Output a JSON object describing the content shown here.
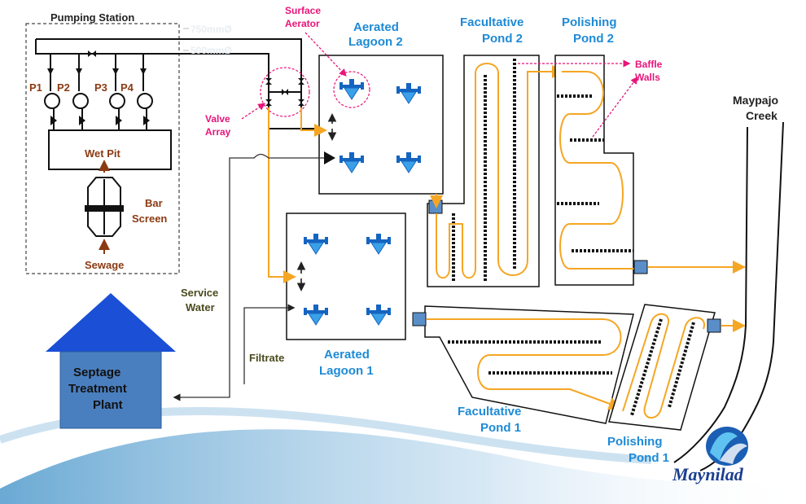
{
  "labels": {
    "pumping_station": "Pumping Station",
    "pipe_750": "750mmØ",
    "pipe_500": "500mmØ",
    "p1": "P1",
    "p2": "P2",
    "p3": "P3",
    "p4": "P4",
    "wet_pit": "Wet Pit",
    "bar_screen_1": "Bar",
    "bar_screen_2": "Screen",
    "sewage": "Sewage",
    "surface_aerator_1": "Surface",
    "surface_aerator_2": "Aerator",
    "valve_array_1": "Valve",
    "valve_array_2": "Array",
    "aerated_lagoon_2_1": "Aerated",
    "aerated_lagoon_2_2": "Lagoon 2",
    "aerated_lagoon_1_1": "Aerated",
    "aerated_lagoon_1_2": "Lagoon 1",
    "facultative_pond_2_1": "Facultative",
    "facultative_pond_2_2": "Pond 2",
    "facultative_pond_1_1": "Facultative",
    "facultative_pond_1_2": "Pond 1",
    "polishing_pond_2_1": "Polishing",
    "polishing_pond_2_2": "Pond 2",
    "polishing_pond_1_1": "Polishing",
    "polishing_pond_1_2": "Pond 1",
    "baffle_walls_1": "Baffle",
    "baffle_walls_2": "Walls",
    "maypajo_creek_1": "Maypajo",
    "maypajo_creek_2": "Creek",
    "service_water_1": "Service",
    "service_water_2": "Water",
    "filtrate": "Filtrate",
    "septage_1": "Septage",
    "septage_2": "Treatment",
    "septage_3": "Plant",
    "logo": "Maynilad"
  },
  "colors": {
    "label_blue": "#1e8ad6",
    "label_brown": "#8b3a12",
    "label_pink": "#e8157a",
    "flow_orange": "#f5a623",
    "aerator_blue": "#1565c0",
    "house_blue": "#4a7fbf",
    "roof_blue": "#1a4fd6"
  }
}
